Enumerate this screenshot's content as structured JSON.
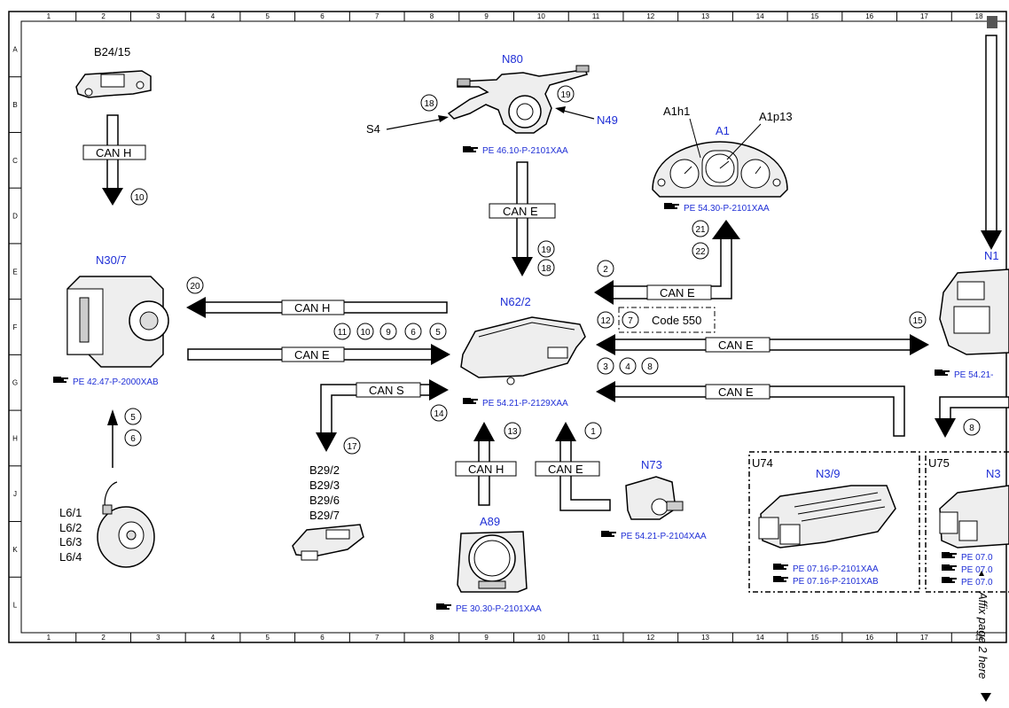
{
  "grid": {
    "columns": [
      "1",
      "2",
      "3",
      "4",
      "5",
      "6",
      "7",
      "8",
      "9",
      "10",
      "11",
      "12",
      "13",
      "14",
      "15",
      "16",
      "17",
      "18"
    ],
    "rows": [
      "A",
      "B",
      "C",
      "D",
      "E",
      "F",
      "G",
      "H",
      "J",
      "K",
      "L"
    ]
  },
  "components": {
    "b24_15": "B24/15",
    "n80": "N80",
    "s4": "S4",
    "n49": "N49",
    "a1": "A1",
    "a1h1": "A1h1",
    "a1p13": "A1p13",
    "n30_7": "N30/7",
    "n62_2": "N62/2",
    "n1_partial": "N1",
    "code550": "Code 550",
    "b29": [
      "B29/2",
      "B29/3",
      "B29/6",
      "B29/7"
    ],
    "l6": [
      "L6/1",
      "L6/2",
      "L6/3",
      "L6/4"
    ],
    "a89": "A89",
    "n73": "N73",
    "u74": "U74",
    "n3_9": "N3/9",
    "u75": "U75",
    "n3_partial": "N3"
  },
  "refs": {
    "n80": "PE 46.10-P-2101XAA",
    "a1": "PE 54.30-P-2101XAA",
    "n30_7": "PE 42.47-P-2000XAB",
    "n62_2": "PE 54.21-P-2129XAA",
    "n1_partial": "PE 54.21-",
    "n73": "PE 54.21-P-2104XAA",
    "a89": "PE 30.30-P-2101XAA",
    "n3_9_1": "PE 07.16-P-2101XAA",
    "n3_9_2": "PE 07.16-P-2101XAB",
    "u75_1": "PE 07.0",
    "u75_2": "PE 07.0",
    "u75_3": "PE 07.0"
  },
  "buses": {
    "can_h_b24": "CAN H",
    "can_e_n80": "CAN E",
    "can_h_n30": "CAN H",
    "can_e_n30": "CAN E",
    "can_s_b29": "CAN S",
    "can_e_a1": "CAN E",
    "can_e_n1": "CAN E",
    "can_e_u75": "CAN E",
    "can_h_a89": "CAN H",
    "can_e_n73": "CAN E"
  },
  "numbers": {
    "n10": "10",
    "n18": "18",
    "n19": "19",
    "n19b": "19",
    "n18b": "18",
    "n20": "20",
    "n2": "2",
    "n21": "21",
    "n22": "22",
    "n12": "12",
    "n7": "7",
    "n15": "15",
    "n11": "11",
    "n10b": "10",
    "n9": "9",
    "n6": "6",
    "n5": "5",
    "n3": "3",
    "n4": "4",
    "n8": "8",
    "n8b": "8",
    "n14": "14",
    "n17": "17",
    "n13": "13",
    "n1": "1",
    "n5b": "5",
    "n6b": "6"
  },
  "margin_note": "Affix page 2 here"
}
